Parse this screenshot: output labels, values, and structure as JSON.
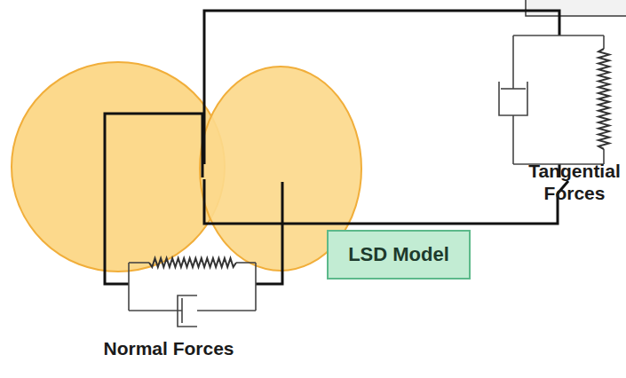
{
  "diagram": {
    "nodes": [
      {
        "text": [
          "LSD Model"
        ]
      }
    ],
    "labels": [
      "Tangential Forces",
      "Normal Forces"
    ]
  }
}
